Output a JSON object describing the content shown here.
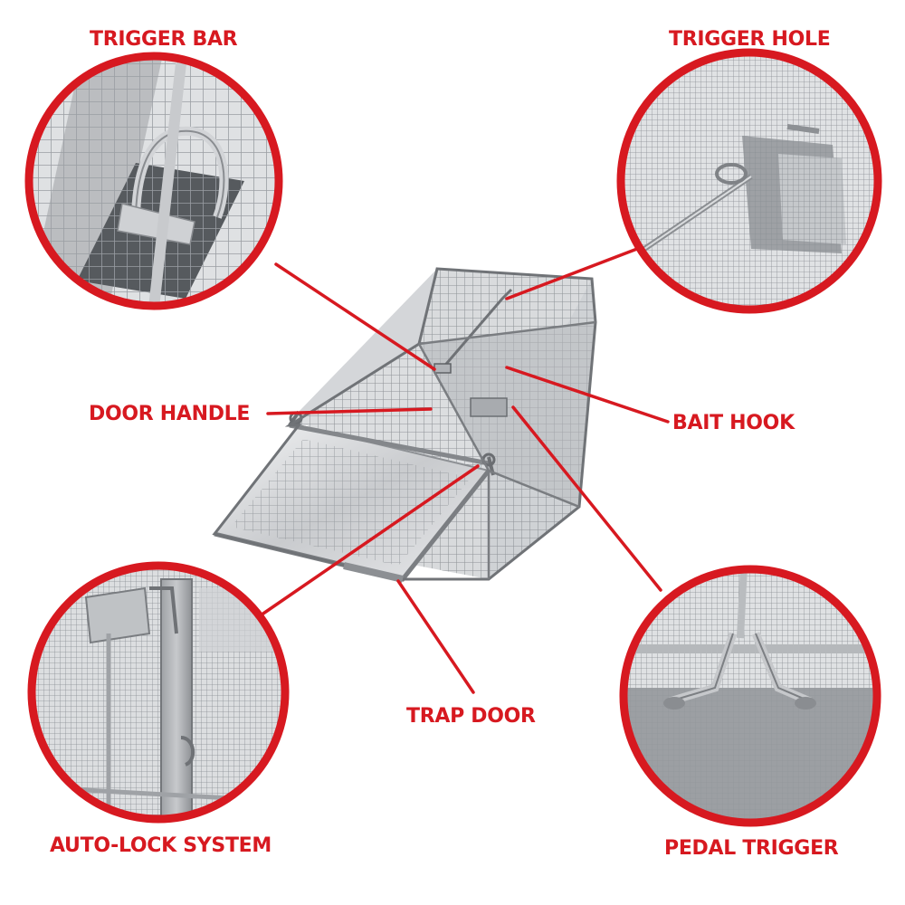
{
  "theme": {
    "accent": "#d71920",
    "metal_light": "#e2e4e6",
    "metal_mid": "#a9acb0",
    "metal_dark": "#6d7074"
  },
  "labels": {
    "trigger_bar": "TRIGGER BAR",
    "trigger_hole": "TRIGGER HOLE",
    "door_handle": "DOOR HANDLE",
    "bait_hook": "BAIT HOOK",
    "trap_door": "TRAP DOOR",
    "auto_lock_system": "AUTO-LOCK SYSTEM",
    "pedal_trigger": "PEDAL TRIGGER"
  },
  "icons": {
    "product": "wire-mesh-cage-trap-icon",
    "detail_views": [
      "trigger-bar-closeup",
      "trigger-hole-closeup",
      "auto-lock-closeup",
      "pedal-trigger-closeup"
    ]
  }
}
